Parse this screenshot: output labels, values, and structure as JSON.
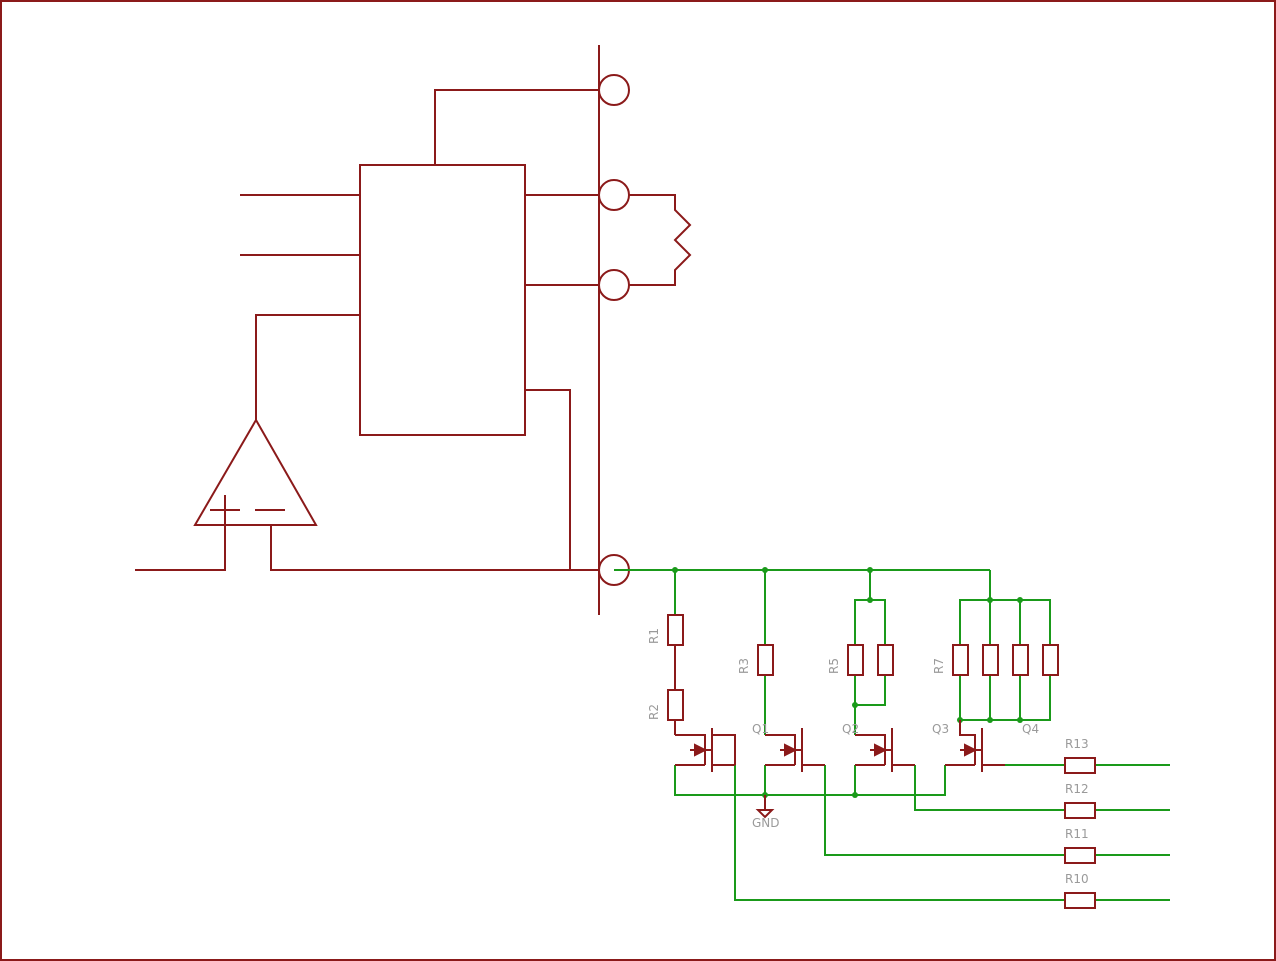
{
  "colors": {
    "component": "#8b1a1a",
    "wire": "#1a9a1a",
    "label": "#9a9a9a",
    "frame": "#8b1a1a",
    "background": "#ffffff"
  },
  "components": {
    "resistors": {
      "r1": "R1",
      "r2": "R2",
      "r3": "R3",
      "r5": "R5",
      "r7": "R7",
      "r10": "R10",
      "r11": "R11",
      "r12": "R12",
      "r13": "R13"
    },
    "transistors": {
      "q1": "Q1",
      "q2": "Q2",
      "q3": "Q3",
      "q4": "Q4"
    },
    "ground": "GND"
  }
}
